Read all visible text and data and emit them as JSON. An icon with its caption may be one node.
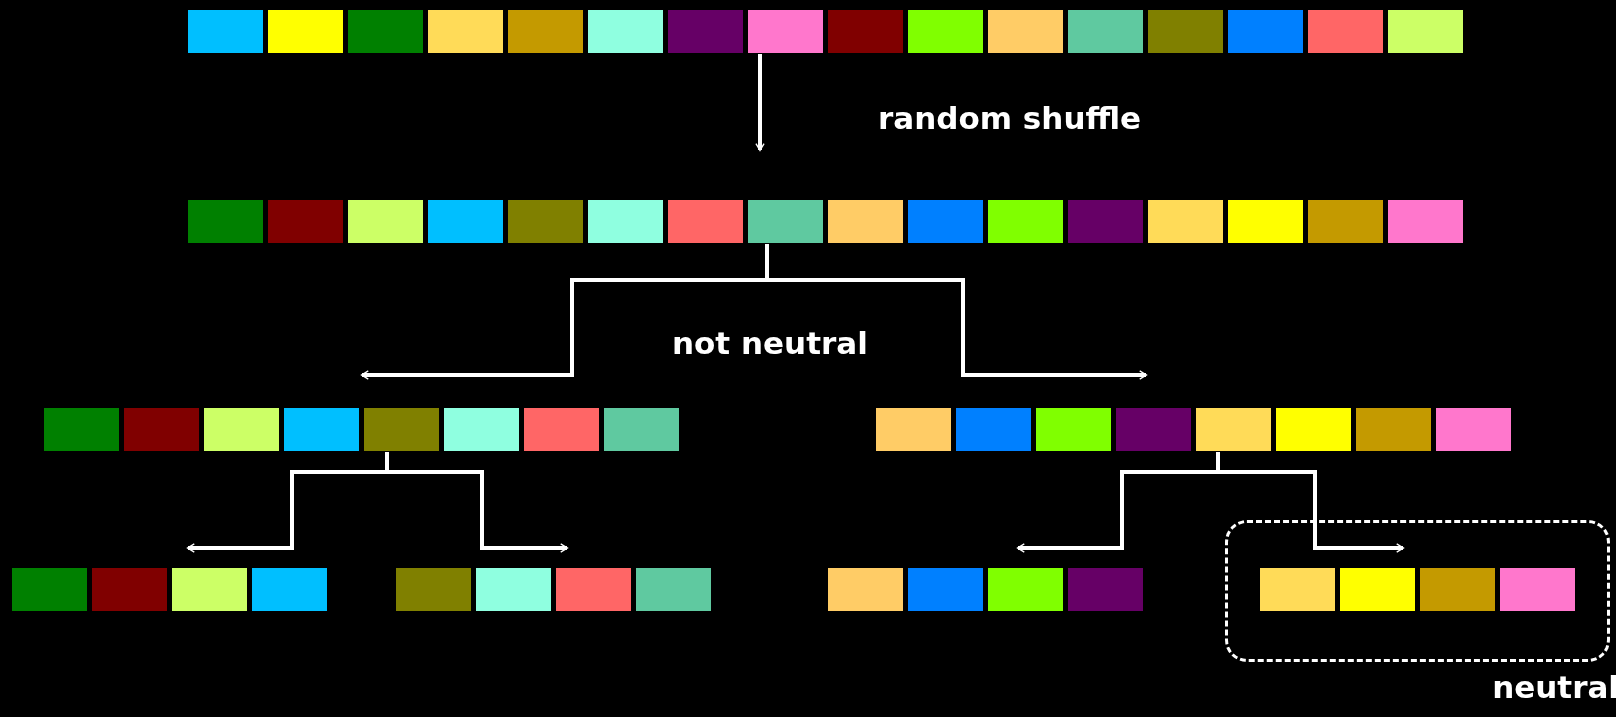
{
  "diagram": {
    "nodes": [
      {
        "text": [],
        "shape": "bar"
      },
      {
        "text": [],
        "shape": "box",
        "in": 0
      },
      {
        "text": [],
        "shape": "box",
        "in": 0
      },
      {
        "text": [],
        "shape": "box",
        "in": 0
      },
      {
        "text": [],
        "shape": "box",
        "in": 0
      },
      {
        "text": [],
        "shape": "box",
        "in": 0
      },
      {
        "text": [],
        "shape": "box",
        "in": 0
      },
      {
        "text": [],
        "shape": "box",
        "in": 0
      },
      {
        "text": [],
        "shape": "box",
        "in": 0
      },
      {
        "text": [],
        "shape": "box",
        "in": 0
      },
      {
        "text": [],
        "shape": "box",
        "in": 0
      },
      {
        "text": [],
        "shape": "box",
        "in": 0
      },
      {
        "text": [],
        "shape": "box",
        "in": 0
      },
      {
        "text": [],
        "shape": "box",
        "in": 0
      },
      {
        "text": [],
        "shape": "box",
        "in": 0
      },
      {
        "text": [],
        "shape": "box",
        "in": 0
      },
      {
        "text": [],
        "shape": "box",
        "in": 0
      },
      {
        "text": [],
        "shape": "bar"
      },
      {
        "text": [],
        "shape": "box",
        "in": 17
      },
      {
        "text": [],
        "shape": "box",
        "in": 17
      },
      {
        "text": [],
        "shape": "box",
        "in": 17
      },
      {
        "text": [],
        "shape": "box",
        "in": 17
      },
      {
        "text": [],
        "shape": "box",
        "in": 17
      },
      {
        "text": [],
        "shape": "box",
        "in": 17
      },
      {
        "text": [],
        "shape": "box",
        "in": 17
      },
      {
        "text": [],
        "shape": "box",
        "in": 17
      },
      {
        "text": [],
        "shape": "box",
        "in": 17
      },
      {
        "text": [],
        "shape": "box",
        "in": 17
      },
      {
        "text": [],
        "shape": "box",
        "in": 17
      },
      {
        "text": [],
        "shape": "box",
        "in": 17
      },
      {
        "text": [],
        "shape": "box",
        "in": 17
      },
      {
        "text": [],
        "shape": "box",
        "in": 17
      },
      {
        "text": [],
        "shape": "box",
        "in": 17
      },
      {
        "text": [],
        "shape": "box",
        "in": 17
      },
      {
        "text": [],
        "shape": "bar"
      },
      {
        "text": [],
        "shape": "box",
        "in": 34
      },
      {
        "text": [],
        "shape": "box",
        "in": 34
      },
      {
        "text": [],
        "shape": "box",
        "in": 34
      },
      {
        "text": [],
        "shape": "box",
        "in": 34
      },
      {
        "text": [],
        "shape": "box",
        "in": 34
      },
      {
        "text": [],
        "shape": "box",
        "in": 34
      },
      {
        "text": [],
        "shape": "box",
        "in": 34
      },
      {
        "text": [],
        "shape": "box",
        "in": 34
      },
      {
        "text": [],
        "shape": "bar"
      },
      {
        "text": [],
        "shape": "box",
        "in": 43
      },
      {
        "text": [],
        "shape": "box",
        "in": 43
      },
      {
        "text": [],
        "shape": "box",
        "in": 43
      },
      {
        "text": [],
        "shape": "box",
        "in": 43
      },
      {
        "text": [],
        "shape": "box",
        "in": 43
      },
      {
        "text": [],
        "shape": "box",
        "in": 43
      },
      {
        "text": [],
        "shape": "box",
        "in": 43
      },
      {
        "text": [],
        "shape": "box",
        "in": 43
      },
      {
        "text": [],
        "shape": "bar"
      },
      {
        "text": [],
        "shape": "box",
        "in": 52
      },
      {
        "text": [],
        "shape": "box",
        "in": 52
      },
      {
        "text": [],
        "shape": "box",
        "in": 52
      },
      {
        "text": [],
        "shape": "box",
        "in": 52
      },
      {
        "text": [],
        "shape": "bar"
      },
      {
        "text": [],
        "shape": "box",
        "in": 57
      },
      {
        "text": [],
        "shape": "box",
        "in": 57
      },
      {
        "text": [],
        "shape": "box",
        "in": 57
      },
      {
        "text": [],
        "shape": "box",
        "in": 57
      },
      {
        "text": [],
        "shape": "bar"
      },
      {
        "text": [],
        "shape": "box",
        "in": 62
      },
      {
        "text": [],
        "shape": "box",
        "in": 62
      },
      {
        "text": [],
        "shape": "box",
        "in": 62
      },
      {
        "text": [],
        "shape": "box",
        "in": 62
      },
      {
        "text": [
          "neutral"
        ]
      },
      {
        "text": [],
        "shape": "box",
        "in": 67
      },
      {
        "text": [],
        "shape": "box",
        "in": 67
      },
      {
        "text": [],
        "shape": "box",
        "in": 67
      },
      {
        "text": [],
        "shape": "box",
        "in": 67
      }
    ],
    "edges": [
      {
        "from": 0,
        "to": 17,
        "arrow": "to",
        "label": "random shuffle"
      },
      {
        "from": 17,
        "to": 34,
        "arrow": "to",
        "label": "not neutral"
      },
      {
        "from": 17,
        "to": 43,
        "arrow": "to"
      },
      {
        "from": 34,
        "to": 52,
        "arrow": "to"
      },
      {
        "from": 34,
        "to": 57,
        "arrow": "to"
      },
      {
        "from": 43,
        "to": 62,
        "arrow": "to"
      },
      {
        "from": 43,
        "to": 67,
        "arrow": "to"
      }
    ]
  }
}
